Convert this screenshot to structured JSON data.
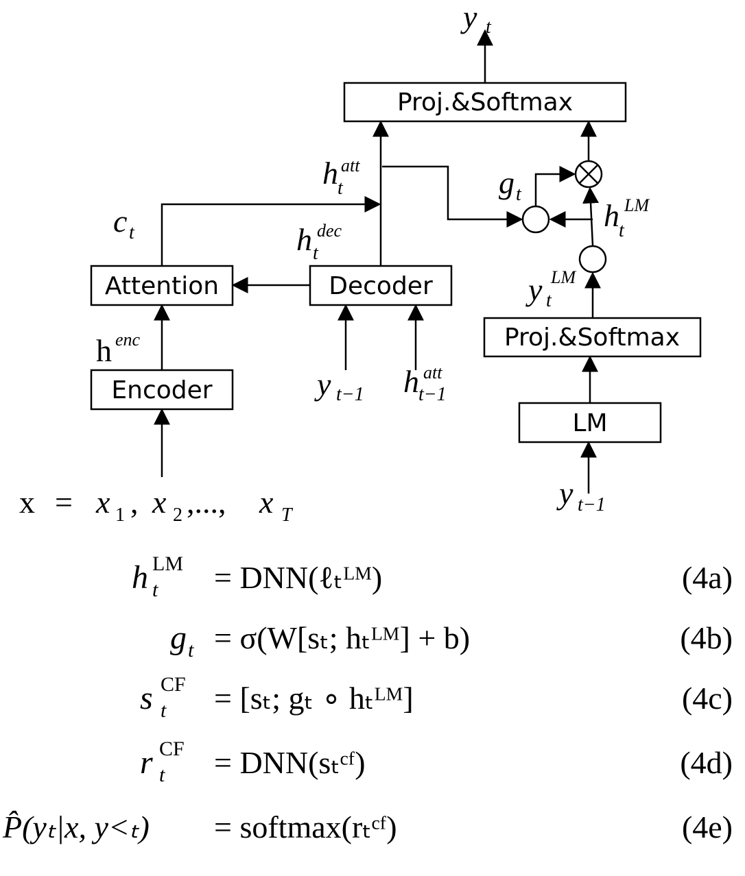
{
  "boxes": {
    "proj_softmax_top": "Proj.&Softmax",
    "attention": "Attention",
    "decoder": "Decoder",
    "encoder": "Encoder",
    "proj_softmax_lm": "Proj.&Softmax",
    "lm": "LM"
  },
  "labels": {
    "y_t": {
      "base": "y",
      "sub": "t"
    },
    "h_att": {
      "base": "h",
      "sup": "att",
      "sub": "t"
    },
    "g_t": {
      "base": "g",
      "sub": "t"
    },
    "c_t": {
      "base": "c",
      "sub": "t"
    },
    "h_dec": {
      "base": "h",
      "sup": "dec",
      "sub": "t"
    },
    "h_lm": {
      "base": "h",
      "sup": "LM",
      "sub": "t"
    },
    "y_lm": {
      "base": "y",
      "sup": "LM",
      "sub": "t"
    },
    "h_enc": {
      "base": "h",
      "sup": "enc"
    },
    "y_prev": {
      "base": "y",
      "sub": "t−1"
    },
    "h_att_prev": {
      "base": "h",
      "sup": "att",
      "sub": "t−1"
    },
    "y_prev_lm": {
      "base": "y",
      "sub": "t−1"
    },
    "input_seq": "x  =  x₁ , x₂ ,...,  xᵀ"
  },
  "input_parts": {
    "x": "x",
    "eq": "=",
    "x1": "x",
    "s1": "1",
    "x2": "x",
    "s2": "2",
    "dots": ",...,",
    "xT": "x",
    "sT": "T"
  },
  "equations": [
    {
      "lhs": "h",
      "lhs_sup": "LM",
      "lhs_sub": "t",
      "rhs": "= DNN(ℓₜᴸᴹ)",
      "num": "(4a)"
    },
    {
      "lhs": "g",
      "lhs_sup": "",
      "lhs_sub": "t",
      "rhs": "= σ(W[sₜ; hₜᴸᴹ] + b)",
      "num": "(4b)"
    },
    {
      "lhs": "s",
      "lhs_sup": "CF",
      "lhs_sub": "t",
      "rhs": "= [sₜ; gₜ ∘ hₜᴸᴹ]",
      "num": "(4c)"
    },
    {
      "lhs": "r",
      "lhs_sup": "CF",
      "lhs_sub": "t",
      "rhs": "= DNN(sₜᶜᶠ)",
      "num": "(4d)"
    },
    {
      "lhs": "P̂(yₜ|x, y<ₜ)",
      "lhs_sup": "",
      "lhs_sub": "",
      "rhs": "= softmax(rₜᶜᶠ)",
      "num": "(4e)"
    }
  ]
}
